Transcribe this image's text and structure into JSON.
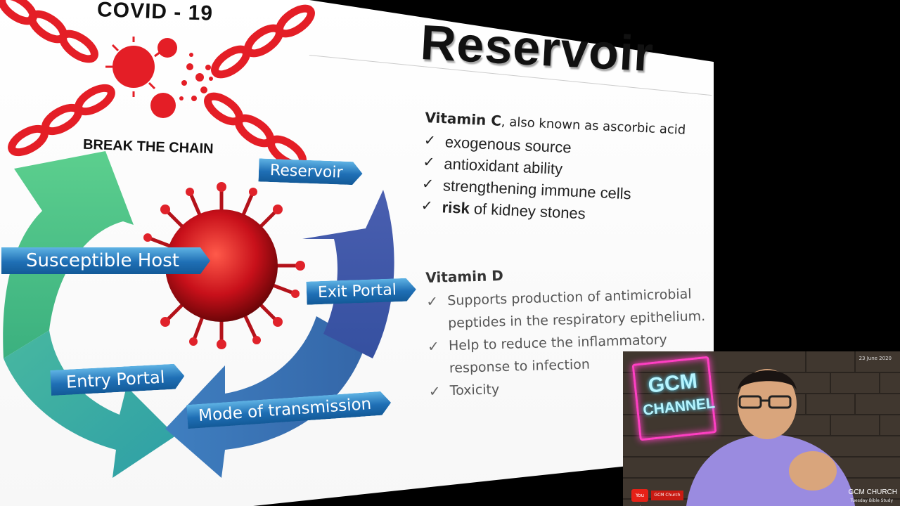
{
  "slide": {
    "title": "Reservoir",
    "logo": {
      "covid_title": "COVID - 19",
      "tagline": "BREAK THE CHAIN"
    },
    "cycle_labels": {
      "reservoir": "Reservoir",
      "susceptible_host": "Susceptible Host",
      "exit_portal": "Exit Portal",
      "entry_portal": "Entry Portal",
      "mode_of_transmission": "Mode of transmission"
    },
    "vitamin_c": {
      "heading": "Vitamin C",
      "aka": ", also known as ascorbic acid",
      "items": [
        {
          "text": "exogenous source"
        },
        {
          "text": "antioxidant ability"
        },
        {
          "text": "strengthening immune cells"
        },
        {
          "bold": "risk",
          "text": " of kidney stones"
        }
      ]
    },
    "vitamin_d": {
      "heading": "Vitamin D",
      "items": [
        "Supports production of antimicrobial peptides in the respiratory epithelium.",
        "Help to reduce the inflammatory response to infection",
        "Toxicity"
      ]
    },
    "check_glyph": "✓"
  },
  "webcam": {
    "date": "23 June 2020",
    "logo_line1": "GCM",
    "logo_line2": "CHANNEL",
    "church": "GCM CHURCH",
    "subtitle": "Tuesday Bible Study",
    "youtube_icon": "You Tube",
    "youtube_channel": "GCM Church"
  },
  "colors": {
    "arrow_green": "#4cc08a",
    "arrow_teal": "#3aa8a8",
    "arrow_blue": "#3b6fb0",
    "arrow_indigo": "#3f56a6",
    "tag_blue": "#1f6fb5",
    "chain_red": "#e41e26",
    "neon_pink": "#ff3fc3"
  }
}
